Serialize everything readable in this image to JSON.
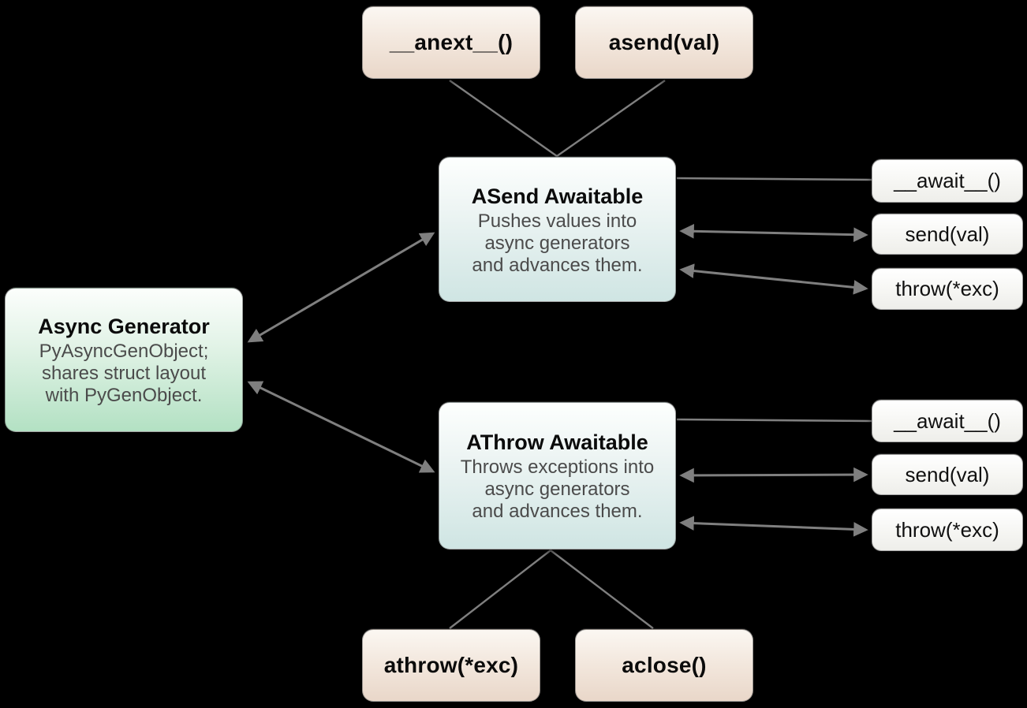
{
  "diagram": {
    "colors": {
      "background": "#000000",
      "arrow": "#7f7f7f",
      "method_call_fill_bottom": "#e9d7c9",
      "generator_fill_bottom": "#b3e1c3",
      "awaitable_fill_bottom": "#cfe5e3",
      "protocol_fill_bottom": "#eeeeea",
      "title_text": "#0b0b0b",
      "body_text": "#4b4b4b"
    },
    "nodes": {
      "anext": {
        "label": "__anext__()"
      },
      "asend": {
        "label": "asend(val)"
      },
      "async_generator": {
        "title": "Async Generator",
        "lines": [
          "PyAsyncGenObject;",
          "shares struct layout",
          "with PyGenObject."
        ]
      },
      "asend_awaitable": {
        "title": "ASend Awaitable",
        "lines": [
          "Pushes values into",
          "async generators",
          "and advances them."
        ]
      },
      "athrow_awaitable": {
        "title": "AThrow Awaitable",
        "lines": [
          "Throws exceptions into",
          "async generators",
          "and advances them."
        ]
      },
      "await_top": {
        "label": "__await__()"
      },
      "send_top": {
        "label": "send(val)"
      },
      "throw_top": {
        "label": "throw(*exc)"
      },
      "await_bottom": {
        "label": "__await__()"
      },
      "send_bottom": {
        "label": "send(val)"
      },
      "throw_bottom": {
        "label": "throw(*exc)"
      },
      "athrow": {
        "label": "athrow(*exc)"
      },
      "aclose": {
        "label": "aclose()"
      }
    }
  }
}
